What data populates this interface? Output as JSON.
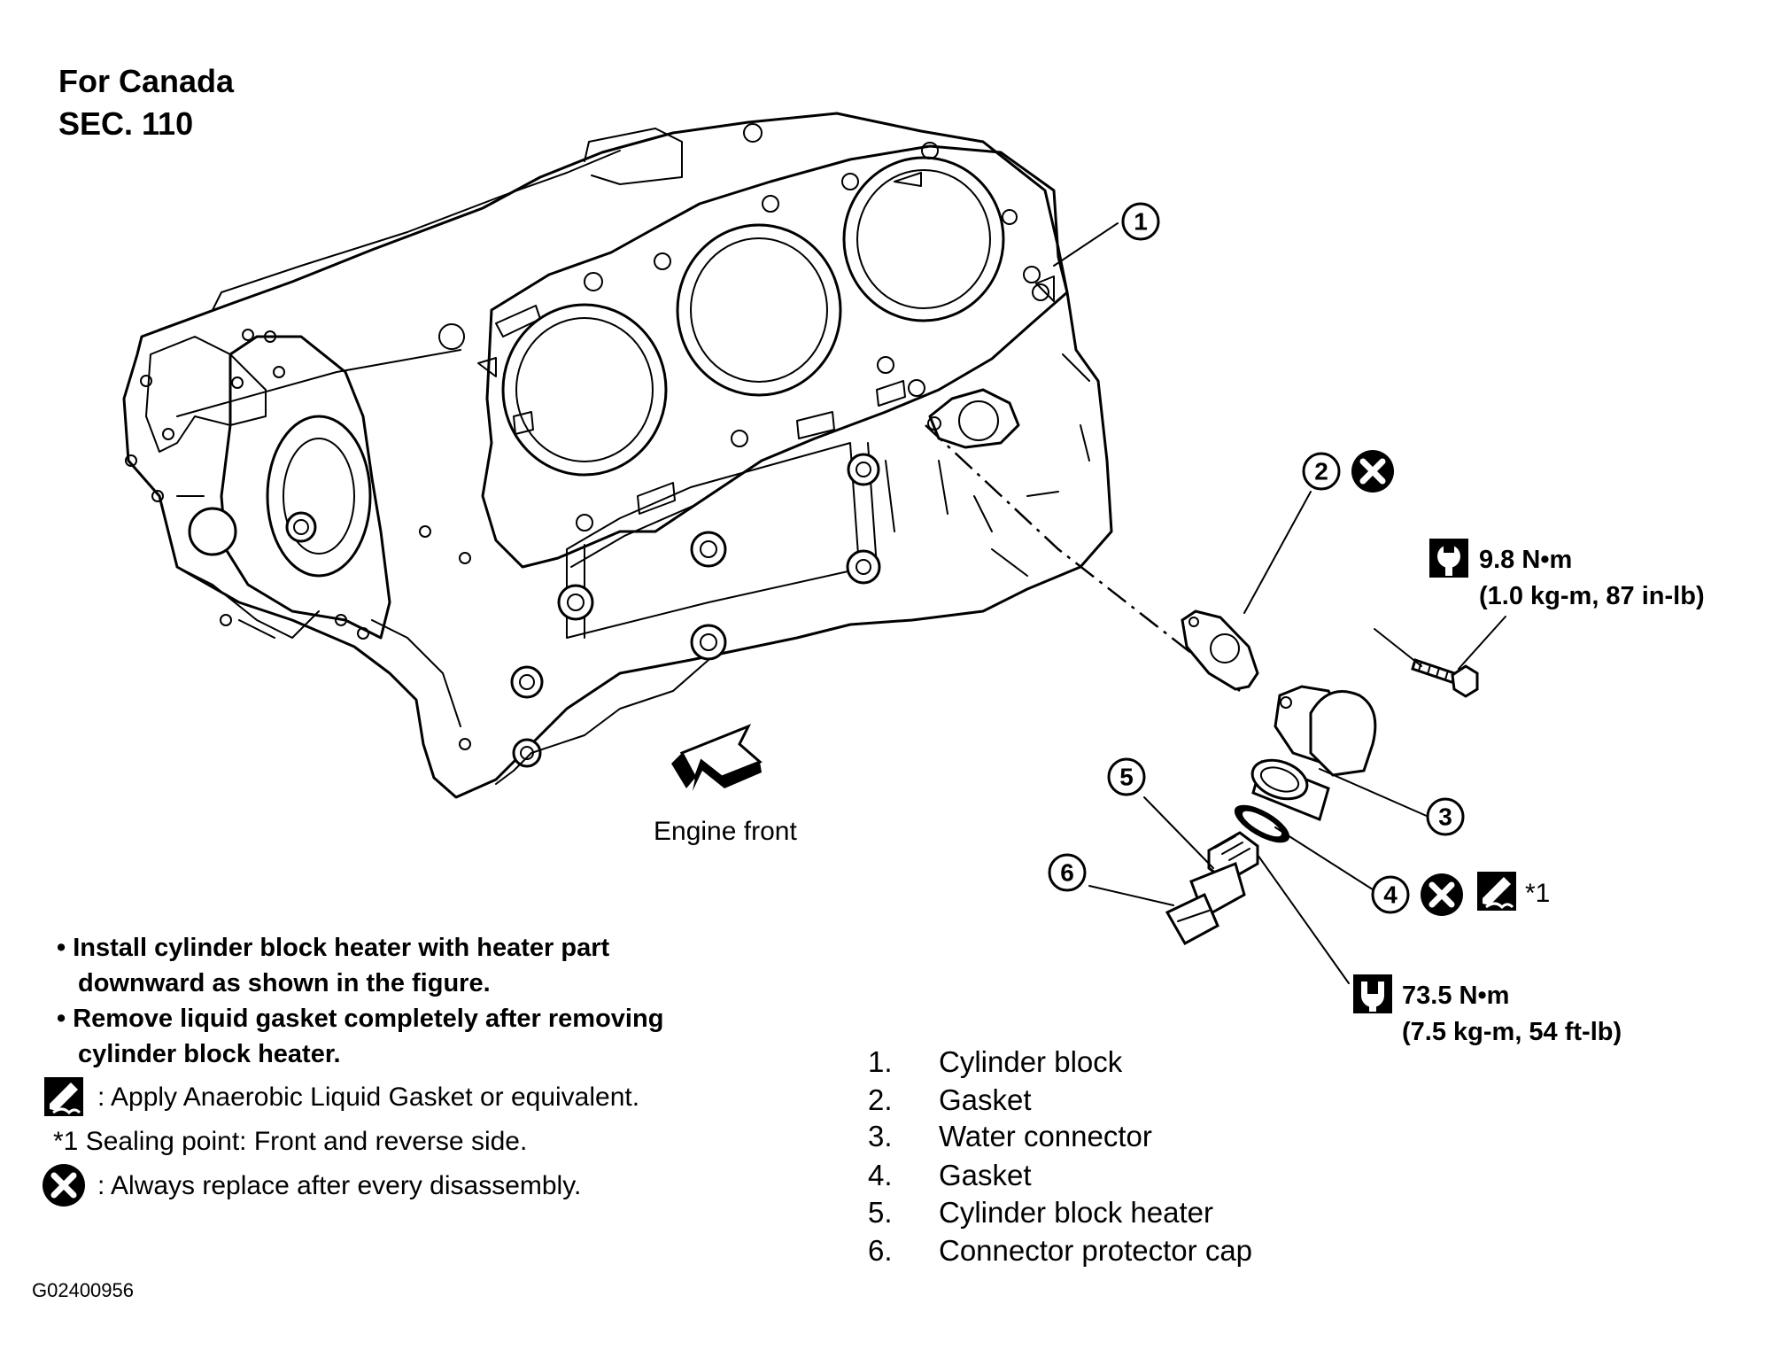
{
  "header": {
    "line1": "For Canada",
    "line2": "SEC. 110"
  },
  "figure_id": "G02400956",
  "engine_front_label": "Engine front",
  "callouts": [
    "1",
    "2",
    "3",
    "4",
    "5",
    "6"
  ],
  "torques": {
    "bolt": {
      "value": "9.8 N•m",
      "alt": "(1.0 kg-m, 87 in-lb)"
    },
    "heater": {
      "value": "73.5 N•m",
      "alt": "(7.5 kg-m, 54 ft-lb)"
    }
  },
  "sealing_ref": "*1",
  "instructions": [
    {
      "l1": "• Install cylinder block heater with heater part",
      "l2": "downward as shown in the figure."
    },
    {
      "l1": "• Remove liquid gasket completely after removing",
      "l2": "cylinder block heater."
    }
  ],
  "symbols": {
    "gasket_note": ": Apply Anaerobic Liquid Gasket or equivalent.",
    "sealing_note": "*1 Sealing point: Front and reverse side.",
    "replace_note": ": Always replace after every disassembly."
  },
  "legend": [
    {
      "num": "1.",
      "name": "Cylinder block"
    },
    {
      "num": "2.",
      "name": "Gasket"
    },
    {
      "num": "3.",
      "name": "Water connector"
    },
    {
      "num": "4.",
      "name": "Gasket"
    },
    {
      "num": "5.",
      "name": "Cylinder block heater"
    },
    {
      "num": "6.",
      "name": "Connector protector cap"
    }
  ],
  "icons": [
    "torque-wrench-icon",
    "replace-x-icon",
    "liquid-gasket-icon"
  ]
}
